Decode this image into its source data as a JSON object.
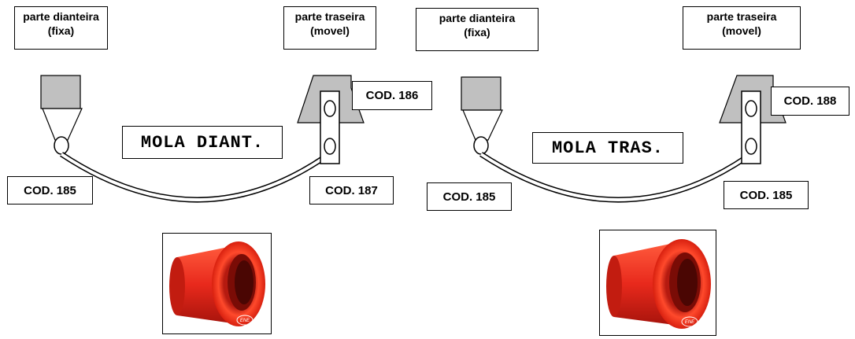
{
  "left": {
    "front_label": "parte dianteira\n(fixa)",
    "rear_label": "parte traseira\n(movel)",
    "spring_label": "MOLA DIANT.",
    "code_front": "COD. 185",
    "code_rear_top": "COD. 186",
    "code_rear_bottom": "COD. 187",
    "photo_logo": "ENE"
  },
  "right": {
    "front_label": "parte dianteira\n(fixa)",
    "rear_label": "parte traseira\n(movel)",
    "spring_label": "MOLA TRAS.",
    "code_front": "COD. 185",
    "code_rear_top": "COD. 188",
    "code_rear_bottom": "COD. 185",
    "photo_logo": "ENE"
  },
  "colors": {
    "mount": "#c0c0c0",
    "bushing": "#e8291c",
    "bushing_dark": "#a8140c"
  }
}
